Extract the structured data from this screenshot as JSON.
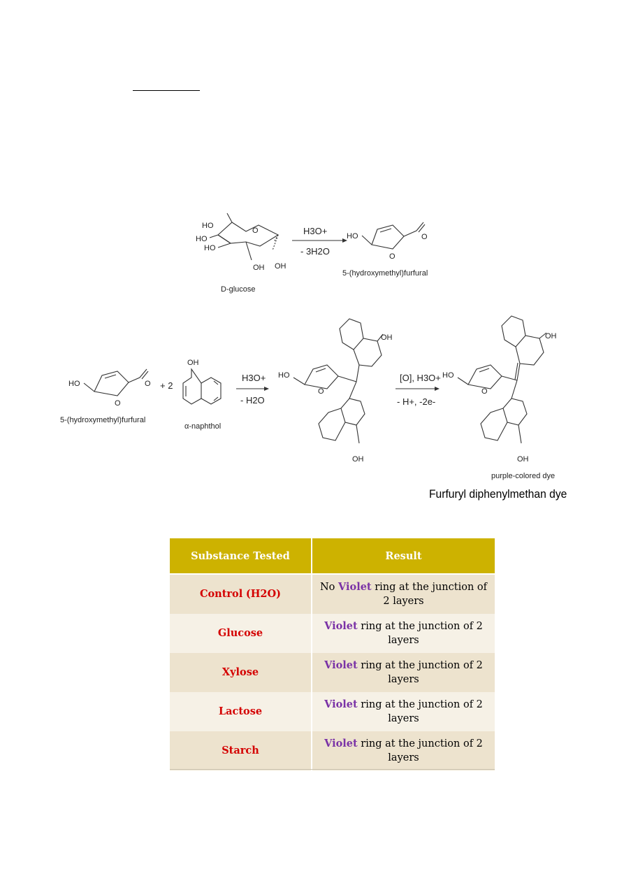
{
  "reaction1": {
    "reagent_top": "H3O+",
    "reagent_bottom": "- 3H2O",
    "reactant_name": "D-glucose",
    "product_name": "5-(hydroxymethyl)furfural",
    "ho": "HO",
    "oh": "OH",
    "o": "O"
  },
  "reaction2": {
    "reactant1_name": "5-(hydroxymethyl)furfural",
    "plus": "+ 2",
    "reactant2_name": "α-naphthol",
    "step1_top": "H3O+",
    "step1_bottom": "- H2O",
    "step2_top": "[O], H3O+",
    "step2_bottom": "- H+, -2e-",
    "product_name": "purple-colored dye",
    "final_caption": "Furfuryl diphenylmethan dye"
  },
  "table": {
    "headers": [
      "Substance  Tested",
      "Result"
    ],
    "rows": [
      {
        "substance": "Control",
        "substance_extra": "(H2O)",
        "result_prefix": "No",
        "result_violet": "Violet",
        "result_rest": "ring at the junction of 2 layers"
      },
      {
        "substance": "Glucose",
        "result_violet": "Violet",
        "result_rest": "ring at the junction of 2 layers"
      },
      {
        "substance": "Xylose",
        "result_violet": "Violet",
        "result_rest": "ring at the junction of 2 layers"
      },
      {
        "substance": "Lactose",
        "result_violet": "Violet",
        "result_rest": "ring at the junction of 2 layers"
      },
      {
        "substance": "Starch",
        "result_violet": "Violet",
        "result_rest": "ring at the junction of 2 layers"
      }
    ]
  },
  "colors": {
    "header_bg": "#cdb200",
    "row_odd": "#ede3ce",
    "row_even": "#f6f1e6",
    "substance_text": "#d40000",
    "violet_text": "#7a32a6"
  }
}
